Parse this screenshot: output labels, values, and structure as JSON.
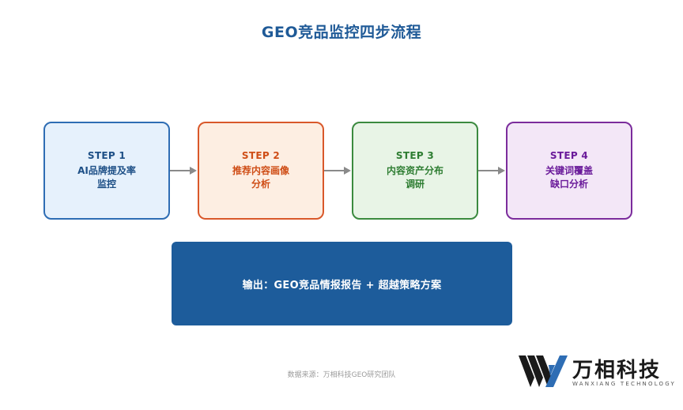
{
  "title": "GEO竞品监控四步流程",
  "steps": [
    {
      "num": "STEP 1",
      "line1": "AI品牌提及率",
      "line2": "监控"
    },
    {
      "num": "STEP 2",
      "line1": "推荐内容画像",
      "line2": "分析"
    },
    {
      "num": "STEP 3",
      "line1": "内容资产分布",
      "line2": "调研"
    },
    {
      "num": "STEP 4",
      "line1": "关键词覆盖",
      "line2": "缺口分析"
    }
  ],
  "output": "输出：GEO竞品情报报告 + 超越策略方案",
  "source": "数据来源：万相科技GEO研究团队",
  "brand": {
    "name": "万相科技",
    "sub": "WANXIANG TECHNOLOGY"
  },
  "colors": {
    "title": "#1f5a97",
    "step1": "#2e6db4",
    "step2": "#d9582a",
    "step3": "#3b8a3f",
    "step4": "#7b2c9c",
    "output_bg": "#1d5c9b",
    "arrow": "#8a8a8a"
  }
}
